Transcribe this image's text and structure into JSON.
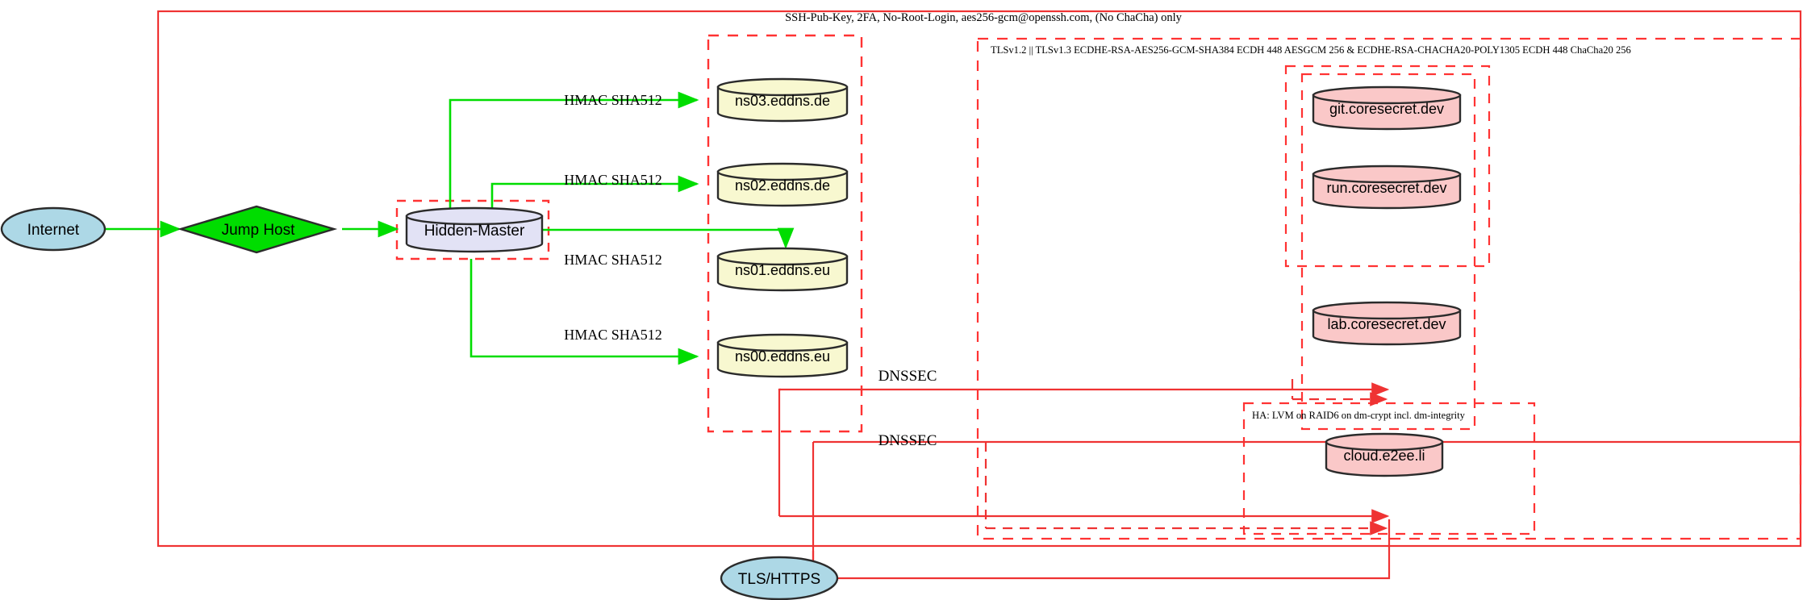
{
  "diagram": {
    "title_top": "SSH-Pub-Key, 2FA, No-Root-Login, aes256-gcm@openssh.com, (No ChaCha) only",
    "tls_cluster_label": "TLSv1.2 || TLSv1.3 ECDHE-RSA-AES256-GCM-SHA384 ECDH 448 AESGCM 256 & ECDHE-RSA-CHACHA20-POLY1305 ECDH 448 ChaCha20 256",
    "ha_cluster_label": "HA: LVM on RAID6 on dm-crypt incl. dm-integrity"
  },
  "nodes": {
    "internet": {
      "label": "Internet",
      "shape": "ellipse",
      "fill": "#add8e6"
    },
    "jump_host": {
      "label": "Jump Host",
      "shape": "diamond",
      "fill": "#00dd00"
    },
    "hidden_master": {
      "label": "Hidden-Master",
      "shape": "cylinder",
      "fill": "#e2e2f5"
    },
    "tls_https": {
      "label": "TLS/HTTPS",
      "shape": "ellipse",
      "fill": "#add8e6"
    },
    "ns03": {
      "label": "ns03.eddns.de",
      "shape": "cylinder",
      "fill": "#f8f8d0"
    },
    "ns02": {
      "label": "ns02.eddns.de",
      "shape": "cylinder",
      "fill": "#f8f8d0"
    },
    "ns01": {
      "label": "ns01.eddns.eu",
      "shape": "cylinder",
      "fill": "#f8f8d0"
    },
    "ns00": {
      "label": "ns00.eddns.eu",
      "shape": "cylinder",
      "fill": "#f8f8d0"
    },
    "git": {
      "label": "git.coresecret.dev",
      "shape": "cylinder",
      "fill": "#fac8c8"
    },
    "run": {
      "label": "run.coresecret.dev",
      "shape": "cylinder",
      "fill": "#fac8c8"
    },
    "lab": {
      "label": "lab.coresecret.dev",
      "shape": "cylinder",
      "fill": "#fac8c8"
    },
    "cloud": {
      "label": "cloud.e2ee.li",
      "shape": "cylinder",
      "fill": "#fac8c8"
    }
  },
  "edges": {
    "hmac_ns03": "HMAC SHA512",
    "hmac_ns02": "HMAC SHA512",
    "hmac_ns01": "HMAC SHA512",
    "hmac_ns00": "HMAC SHA512",
    "dnssec_1": "DNSSEC",
    "dnssec_2": "DNSSEC"
  },
  "colors": {
    "edge_green": "#00dd00",
    "edge_red": "#ef3333",
    "cluster_dash_red": "#ff3333",
    "node_stroke": "#2b2b2b"
  }
}
